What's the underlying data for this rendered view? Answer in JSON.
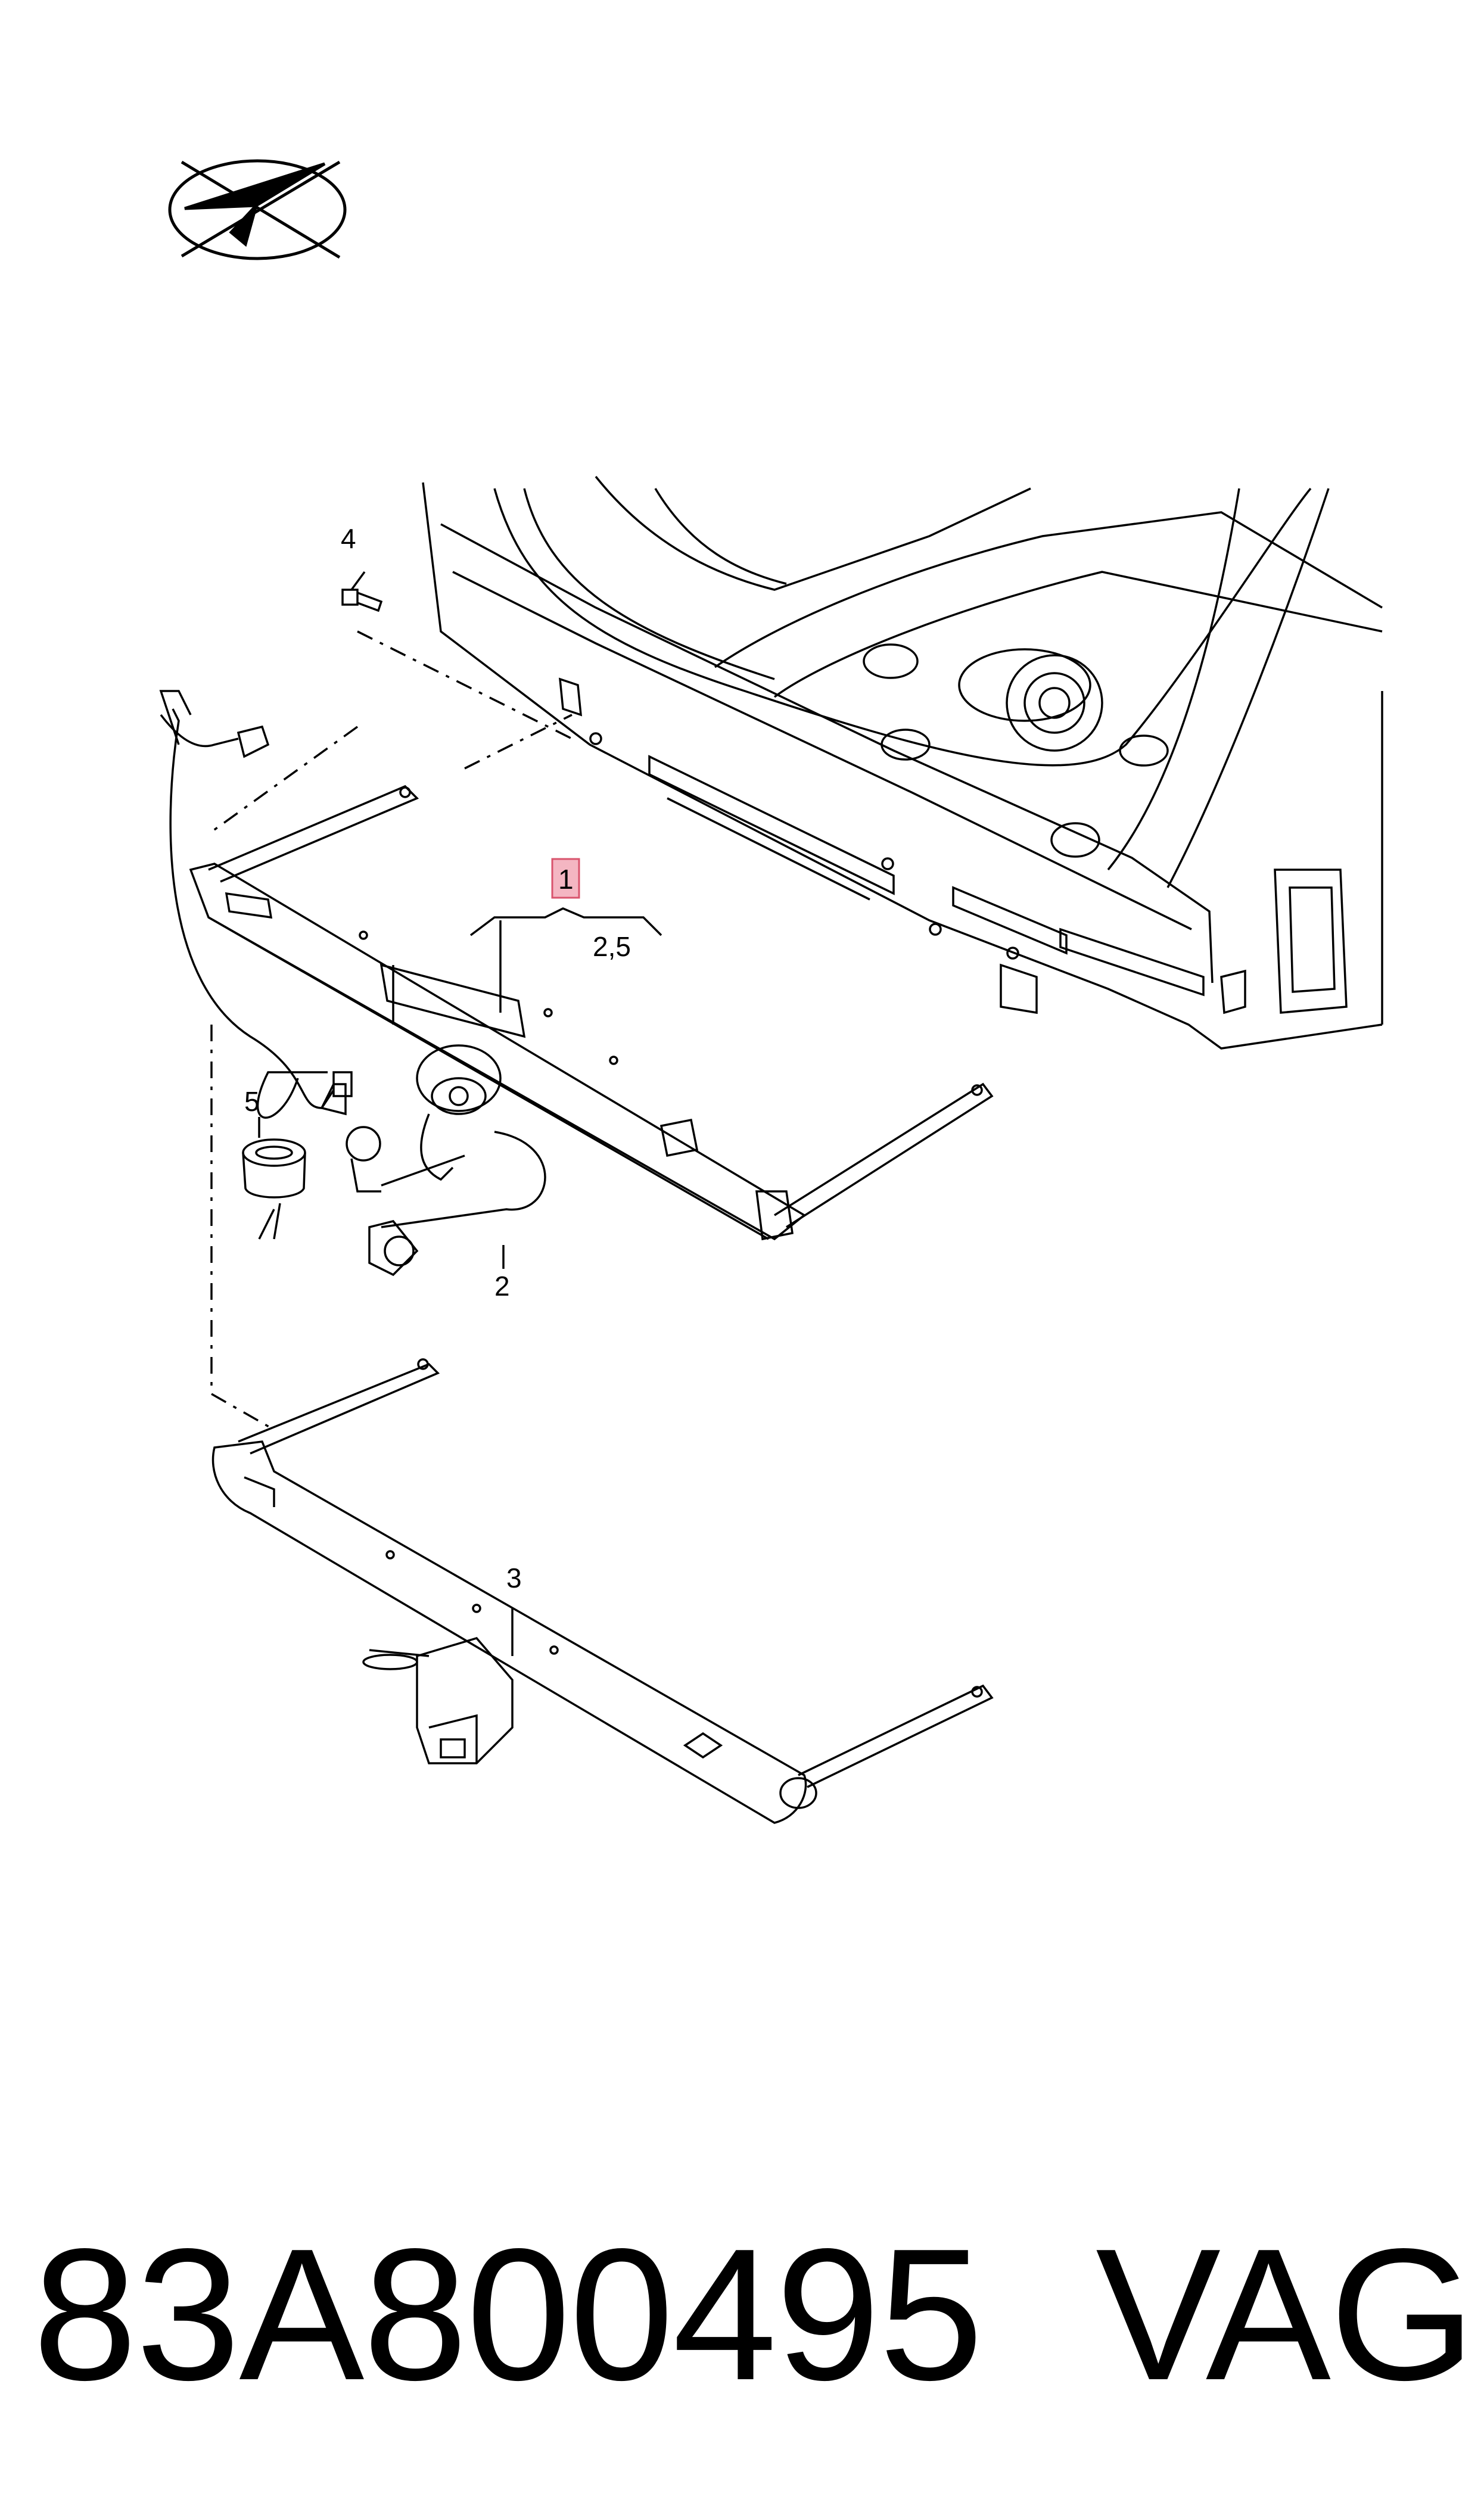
{
  "logo": {
    "icon": "checkmark-arrow-logo"
  },
  "callouts": {
    "c1": "1",
    "c2a": "2,5",
    "c2b": "2",
    "c3": "3",
    "c4": "4",
    "c5": "5"
  },
  "highlight_color": "#f4b6c2",
  "footer": {
    "part_number": "83A800495",
    "brand": "VAG"
  }
}
